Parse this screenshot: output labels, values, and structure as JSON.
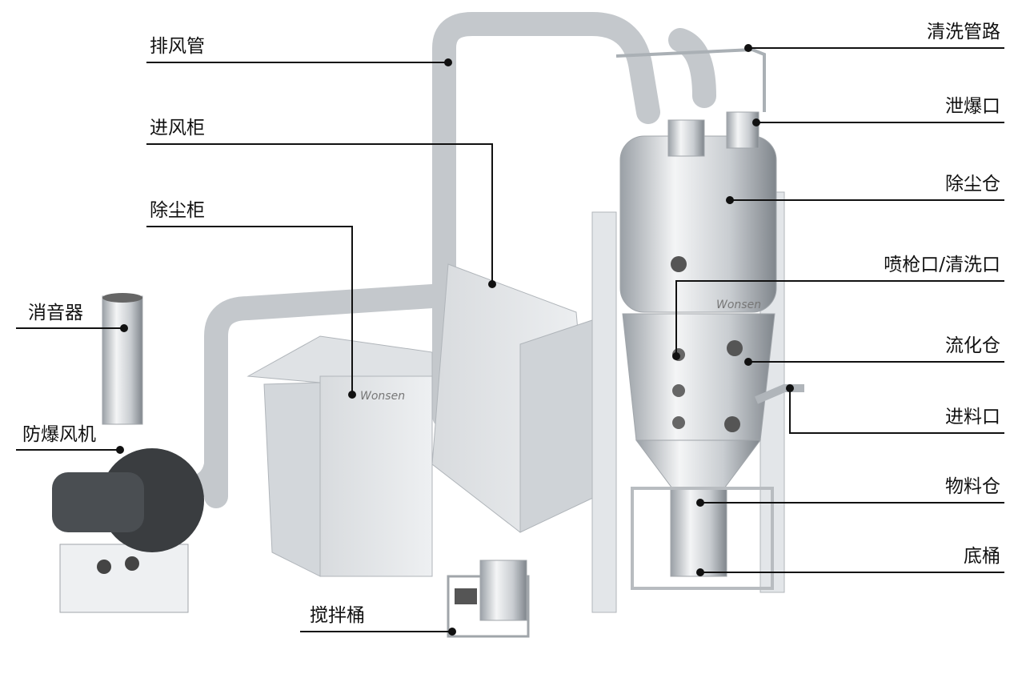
{
  "brand_logo": "Wonsen",
  "labels_left": [
    {
      "id": "exhaust-pipe",
      "text": "排风管"
    },
    {
      "id": "air-inlet-cabinet",
      "text": "进风柜"
    },
    {
      "id": "dust-removal-cabinet",
      "text": "除尘柜"
    },
    {
      "id": "silencer",
      "text": "消音器"
    },
    {
      "id": "explosion-proof-fan",
      "text": "防爆风机"
    },
    {
      "id": "mixing-bucket",
      "text": "搅拌桶"
    }
  ],
  "labels_right": [
    {
      "id": "cleaning-pipeline",
      "text": "清洗管路"
    },
    {
      "id": "explosion-vent",
      "text": "泄爆口"
    },
    {
      "id": "dust-chamber",
      "text": "除尘仓"
    },
    {
      "id": "spray-gun-port",
      "text": "喷枪口/清洗口"
    },
    {
      "id": "fluidizing-chamber",
      "text": "流化仓"
    },
    {
      "id": "feed-port",
      "text": "进料口"
    },
    {
      "id": "material-chamber",
      "text": "物料仓"
    },
    {
      "id": "bottom-bucket",
      "text": "底桶"
    }
  ],
  "colors": {
    "leader": "#111111",
    "steel_light": "#eef0f2",
    "steel_dark": "#8a8f95"
  }
}
